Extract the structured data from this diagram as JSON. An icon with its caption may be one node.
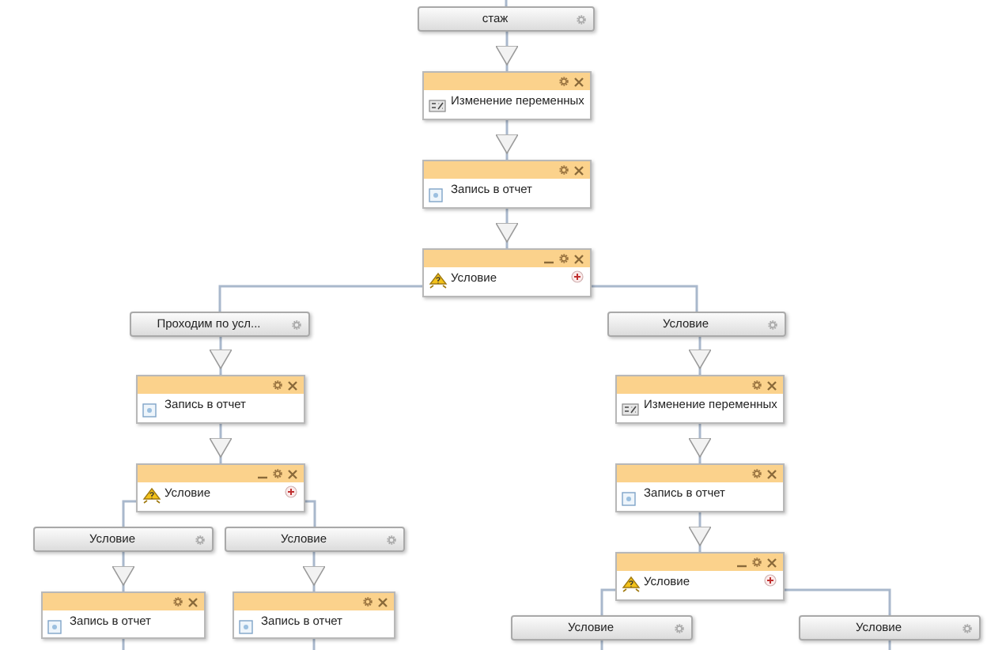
{
  "diagram": {
    "nodes": [
      {
        "text": [
          "стаж"
        ]
      },
      {
        "text": [
          "Изменение переменных"
        ]
      },
      {
        "text": [
          "Запись в отчет"
        ]
      },
      {
        "text": [
          "Условие"
        ]
      },
      {
        "text": [
          "Проходим по усл..."
        ]
      },
      {
        "text": [
          "Условие"
        ]
      },
      {
        "text": [
          "Запись в отчет"
        ]
      },
      {
        "text": [
          "Изменение переменных"
        ]
      },
      {
        "text": [
          "Условие"
        ]
      },
      {
        "text": [
          "Запись в отчет"
        ]
      },
      {
        "text": [
          "Условие"
        ]
      },
      {
        "text": [
          "Условие"
        ]
      },
      {
        "text": [
          "Условие"
        ]
      },
      {
        "text": [
          "Запись в отчет"
        ]
      },
      {
        "text": [
          "Запись в отчет"
        ]
      },
      {
        "text": [
          "Условие"
        ]
      },
      {
        "text": [
          "Условие"
        ]
      }
    ],
    "edges": [
      {
        "from": null,
        "to": 0,
        "arrow": "none"
      },
      {
        "from": 0,
        "to": 1,
        "arrow": "to"
      },
      {
        "from": 1,
        "to": 2,
        "arrow": "to"
      },
      {
        "from": 2,
        "to": 3,
        "arrow": "to"
      },
      {
        "from": 3,
        "to": 4,
        "arrow": "none"
      },
      {
        "from": 3,
        "to": 5,
        "arrow": "none"
      },
      {
        "from": 4,
        "to": 6,
        "arrow": "to"
      },
      {
        "from": 5,
        "to": 7,
        "arrow": "to"
      },
      {
        "from": 6,
        "to": 8,
        "arrow": "to"
      },
      {
        "from": 7,
        "to": 9,
        "arrow": "to"
      },
      {
        "from": 8,
        "to": 10,
        "arrow": "none"
      },
      {
        "from": 8,
        "to": 11,
        "arrow": "none"
      },
      {
        "from": 9,
        "to": 12,
        "arrow": "to"
      },
      {
        "from": 10,
        "to": 13,
        "arrow": "to"
      },
      {
        "from": 11,
        "to": 14,
        "arrow": "to"
      },
      {
        "from": 12,
        "to": 15,
        "arrow": "none"
      },
      {
        "from": 12,
        "to": 16,
        "arrow": "none"
      },
      {
        "from": 13,
        "to": null,
        "arrow": "none"
      },
      {
        "from": 14,
        "to": null,
        "arrow": "none"
      },
      {
        "from": 15,
        "to": null,
        "arrow": "none"
      },
      {
        "from": 16,
        "to": null,
        "arrow": "none"
      }
    ]
  }
}
